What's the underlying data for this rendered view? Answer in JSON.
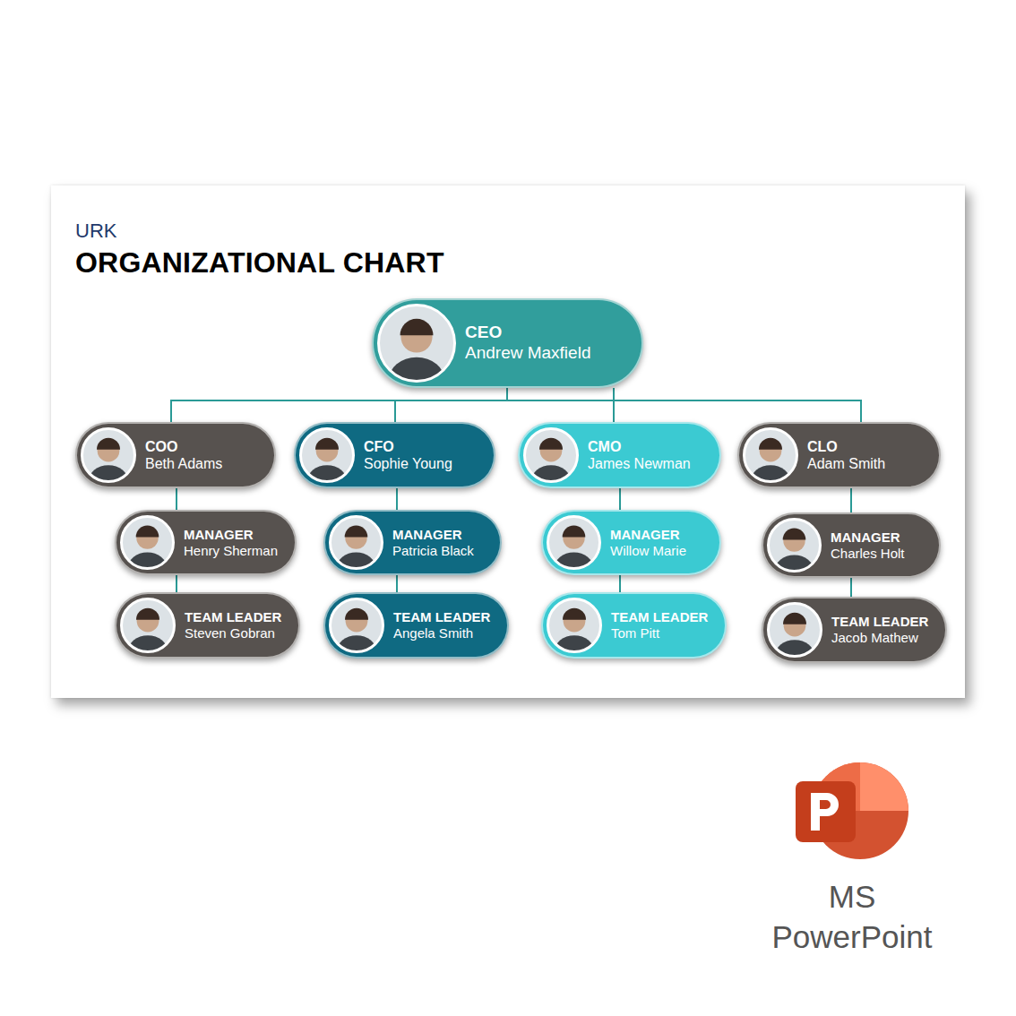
{
  "diagram": {
    "title": "ORGANIZATIONAL CHART",
    "nodes": [
      {
        "text": [
          "CEO",
          "Andrew Maxfield"
        ]
      },
      {
        "text": [
          "COO",
          "Beth Adams"
        ]
      },
      {
        "text": [
          "CFO",
          "Sophie Young"
        ]
      },
      {
        "text": [
          "CMO",
          "James Newman"
        ]
      },
      {
        "text": [
          "CLO",
          "Adam Smith"
        ]
      },
      {
        "text": [
          "MANAGER",
          "Henry Sherman"
        ]
      },
      {
        "text": [
          "MANAGER",
          "Patricia Black"
        ]
      },
      {
        "text": [
          "MANAGER",
          "Willow Marie"
        ]
      },
      {
        "text": [
          "MANAGER",
          "Charles Holt"
        ]
      },
      {
        "text": [
          "TEAM LEADER",
          "Steven Gobran"
        ]
      },
      {
        "text": [
          "TEAM LEADER",
          "Angela Smith"
        ]
      },
      {
        "text": [
          "TEAM LEADER",
          "Tom Pitt"
        ]
      },
      {
        "text": [
          "TEAM LEADER",
          "Jacob Mathew"
        ]
      }
    ],
    "edges": [
      {
        "from": 0,
        "to": 1,
        "arrow": "none"
      },
      {
        "from": 0,
        "to": 2,
        "arrow": "none"
      },
      {
        "from": 0,
        "to": 3,
        "arrow": "none"
      },
      {
        "from": 0,
        "to": 4,
        "arrow": "none"
      },
      {
        "from": 1,
        "to": 5,
        "arrow": "none"
      },
      {
        "from": 2,
        "to": 6,
        "arrow": "none"
      },
      {
        "from": 3,
        "to": 7,
        "arrow": "none"
      },
      {
        "from": 4,
        "to": 8,
        "arrow": "none"
      },
      {
        "from": 5,
        "to": 9,
        "arrow": "none"
      },
      {
        "from": 6,
        "to": 10,
        "arrow": "none"
      },
      {
        "from": 7,
        "to": 11,
        "arrow": "none"
      },
      {
        "from": 8,
        "to": 12,
        "arrow": "none"
      }
    ],
    "labels": [
      "URK",
      "MS",
      "PowerPoint"
    ]
  }
}
